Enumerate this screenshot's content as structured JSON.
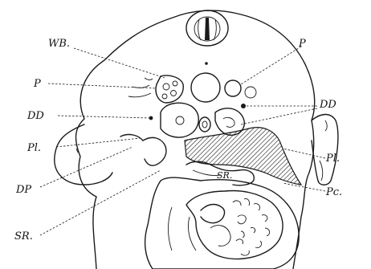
{
  "figure": {
    "labels": {
      "wb": "WB.",
      "p_right": "P",
      "p_left": "P",
      "dd_left": "DD",
      "dd_right": "DD",
      "pl_left": "Pl.",
      "pl_right": "Pl.",
      "dp": "DP",
      "sr_center": "SR.",
      "sr_left": "SR.",
      "pc": "Pc."
    },
    "colors": {
      "ink": "#1a1a1a",
      "background": "#ffffff"
    }
  }
}
